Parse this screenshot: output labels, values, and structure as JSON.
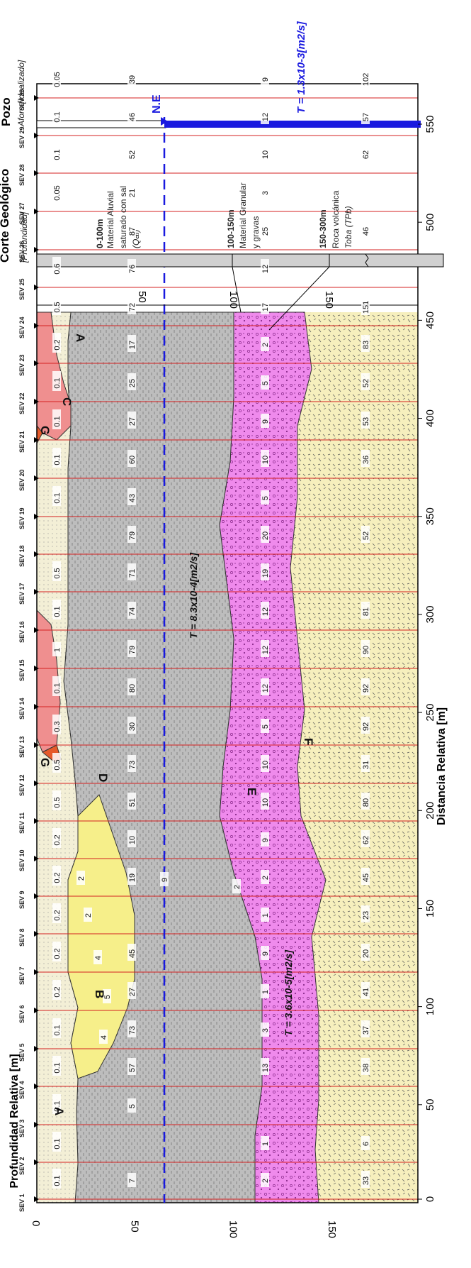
{
  "header": {
    "well_title": "Pozo",
    "well_subtitle": "Aforo [Idealizado]",
    "geo_title": "Corte Geológico",
    "geo_subtitle": "[Profundidad]",
    "water_level_label": "N.E",
    "well_transmissivity": "T = 1.3x10-3[m2/s]"
  },
  "geology": [
    {
      "depth": "0-100m",
      "line1": "Material Aluvial",
      "line2": "saturado con sal",
      "unit": "(Qal)"
    },
    {
      "depth": "100-150m",
      "line1": "Material Granular",
      "line2": "y gravas",
      "unit": ""
    },
    {
      "depth": "150-300m",
      "line1": "Roca volcánica",
      "line2": "",
      "unit": "Toba (TPb)"
    }
  ],
  "axes": {
    "x_label": "Distancia Relativa [m]",
    "y_label": "Profundidad Relativa [m]",
    "x_ticks": [
      "0",
      "50",
      "100",
      "150",
      "200",
      "250",
      "300",
      "350",
      "400",
      "450",
      "500",
      "550"
    ],
    "y_ticks": [
      "0",
      "50",
      "100",
      "150"
    ],
    "depth_ticks": [
      "50",
      "100",
      "150"
    ]
  },
  "sev_labels": [
    "SEV 1",
    "SEV 2",
    "SEV 3",
    "SEV 4",
    "SEV 5",
    "SEV 6",
    "SEV 7",
    "SEV 8",
    "SEV 9",
    "SEV 10",
    "SEV 11",
    "SEV 12",
    "SEV 13",
    "SEV 14",
    "SEV 15",
    "SEV 16",
    "SEV 17",
    "SEV 18",
    "SEV 19",
    "SEV 20",
    "SEV 21",
    "SEV 22",
    "SEV 23",
    "SEV 24",
    "SEV 25",
    "SEV 26",
    "SEV 27",
    "SEV 28",
    "SEV 29",
    "SEV 30"
  ],
  "layers": {
    "A": "A",
    "B": "B",
    "C": "C",
    "D": "D",
    "E": "E",
    "F": "F",
    "G": "G"
  },
  "transmissivity": {
    "D": "T = 8.3x10-4[m2/s]",
    "E": "T = 3.6x10-5[m2/s]"
  },
  "resistivity": {
    "A_top": [
      "0.1",
      "0.1",
      "0.1",
      "0.1",
      "0.1",
      "0.2",
      "0.2",
      "0.2",
      "0.2",
      "0.2",
      "0.5",
      "0.5",
      "0.3",
      "0.1",
      "1",
      "0.1",
      "0.5",
      "",
      "0.1",
      "0.1",
      "0.1",
      "0.1",
      "0.2",
      "0.5",
      "0.6",
      "",
      "0.05",
      "0.1",
      "0.1",
      "0.05"
    ],
    "D": [
      "7",
      "",
      "5",
      "57",
      "73",
      "27",
      "45",
      "",
      "19",
      "10",
      "51",
      "73",
      "30",
      "80",
      "79",
      "74",
      "71",
      "79",
      "43",
      "60",
      "27",
      "25",
      "17",
      "72",
      "76",
      "87",
      "21",
      "52",
      "46",
      "39"
    ],
    "E": [
      "2",
      "1",
      "",
      "13",
      "3",
      "1",
      "9",
      "1",
      "2",
      "9",
      "10",
      "10",
      "5",
      "12",
      "12",
      "12",
      "19",
      "20",
      "5",
      "10",
      "9",
      "5",
      "2",
      "17",
      "12",
      "25",
      "3",
      "10",
      "12",
      "9"
    ],
    "F": [
      "33",
      "6",
      "",
      "38",
      "37",
      "41",
      "20",
      "23",
      "45",
      "62",
      "80",
      "31",
      "92",
      "92",
      "90",
      "81",
      "",
      "52",
      "",
      "36",
      "53",
      "52",
      "83",
      "151",
      "",
      "46",
      "",
      "62",
      "57",
      "102"
    ],
    "B": [
      "4",
      "5",
      "4",
      "2",
      "2"
    ],
    "D_extra": [
      "9",
      "2"
    ]
  },
  "colors": {
    "A": "#f3efd6",
    "B": "#f6ef8a",
    "C": "#ef8f8f",
    "D": "#bdbdbd",
    "E": "#ef8aec",
    "F": "#f6efbd",
    "G": "#e65a2a",
    "sev_line": "#d42020",
    "water": "#1a1adf"
  }
}
